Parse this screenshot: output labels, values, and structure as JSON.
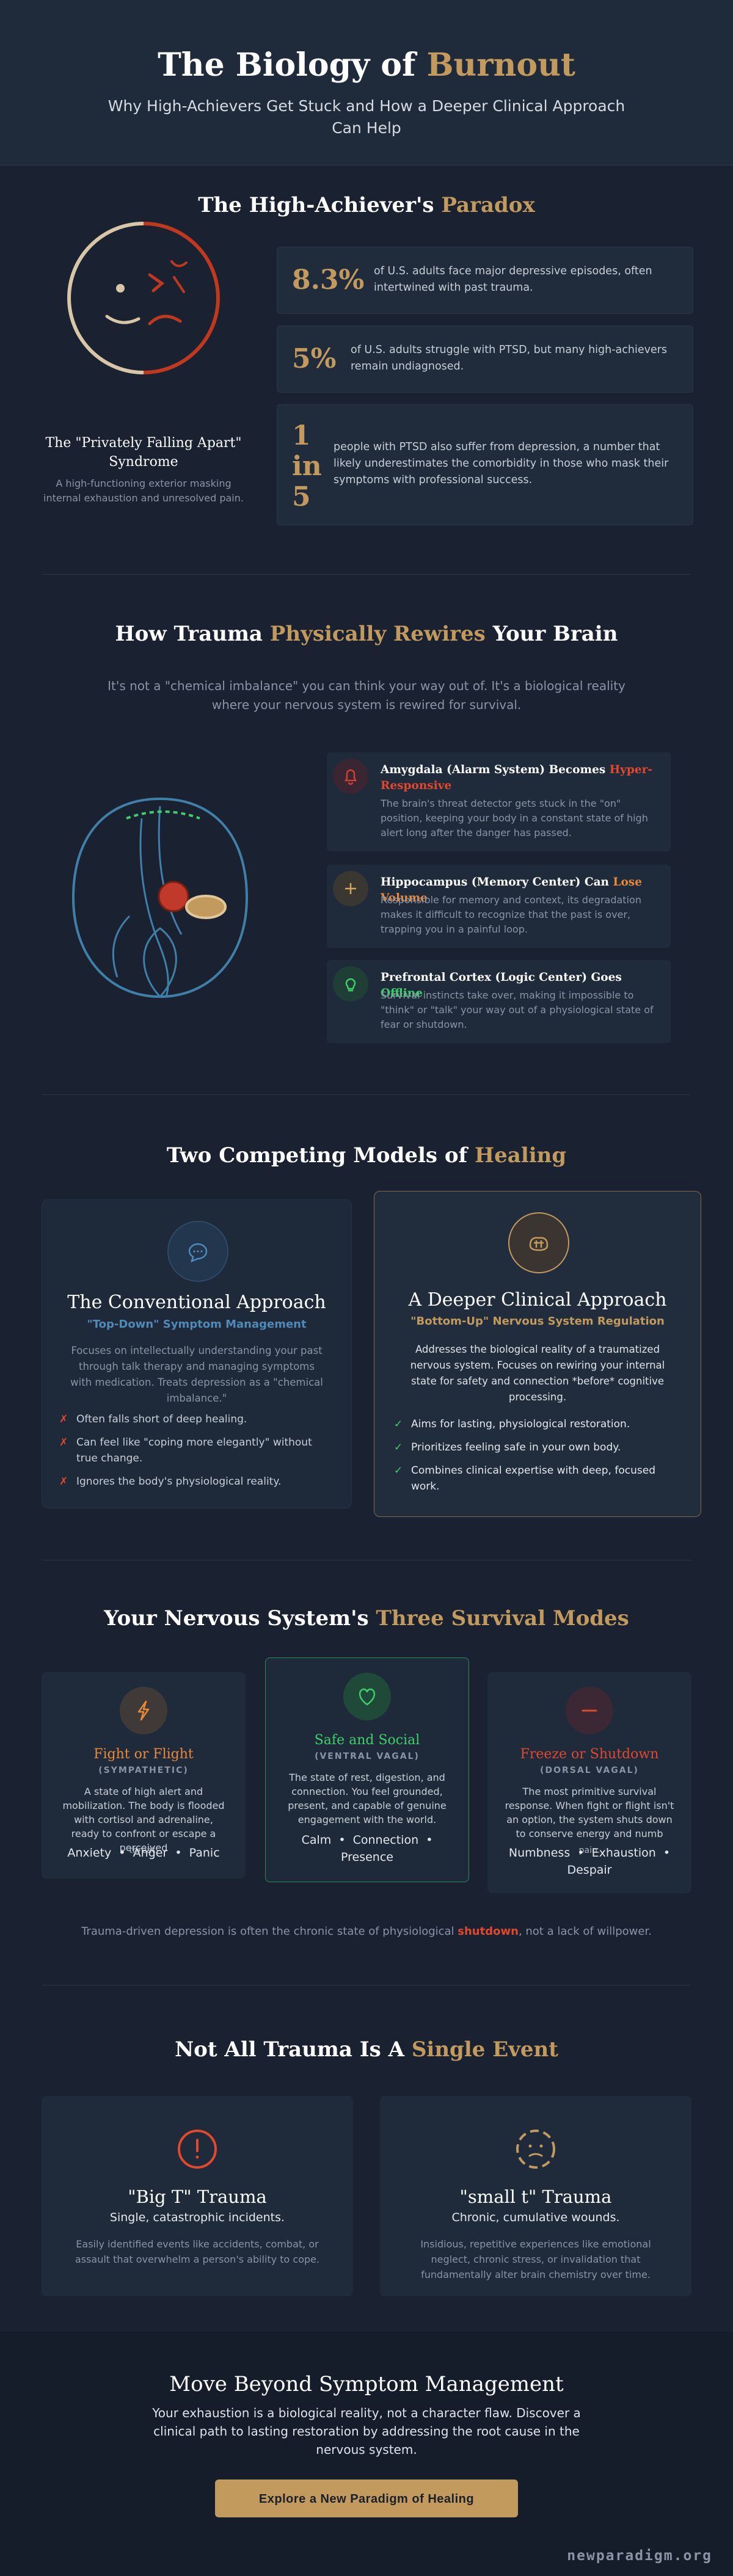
{
  "hero": {
    "title_a": "The Biology of ",
    "title_b": "Burnout",
    "subtitle": "Why High-Achievers Get Stuck and How a Deeper Clinical Approach Can Help"
  },
  "paradox": {
    "title_a": "The High-Achiever's ",
    "title_b": "Paradox",
    "figure_title": "The \"Privately Falling Apart\" Syndrome",
    "figure_caption": "A high-functioning exterior masking internal exhaustion and unresolved pain.",
    "stats": [
      {
        "value": "8.3%",
        "text": "of U.S. adults face major depressive episodes, often intertwined with past trauma."
      },
      {
        "value": "5%",
        "text": "of U.S. adults struggle with PTSD, but many high-achievers remain undiagnosed."
      },
      {
        "value_l1": "1",
        "value_l2": "in",
        "value_l3": "5",
        "text": "people with PTSD also suffer from depression, a number that likely underestimates the comorbidity in those who mask their symptoms with professional success."
      }
    ]
  },
  "brain": {
    "title_a": "How Trauma ",
    "title_b": "Physically Rewires",
    "title_c": " Your Brain",
    "subtitle": "It's not a \"chemical imbalance\" you can think your way out of. It's a biological reality where your nervous system is rewired for survival.",
    "cards": [
      {
        "icon": "bell-icon",
        "title_a": "Amygdala (Alarm System) Becomes ",
        "title_b": "Hyper-Responsive",
        "text": "The brain's threat detector gets stuck in the \"on\" position, keeping your body in a constant state of high alert long after the danger has passed."
      },
      {
        "icon": "plus-icon",
        "title_a": "Hippocampus (Memory Center) Can ",
        "title_b": "Lose Volume",
        "text": "Responsible for memory and context, its degradation makes it difficult to recognize that the past is over, trapping you in a painful loop."
      },
      {
        "icon": "lightbulb-icon",
        "title_a": "Prefrontal Cortex (Logic Center) Goes ",
        "title_b": "Offline",
        "text": "Survival instincts take over, making it impossible to \"think\" or \"talk\" your way out of a physiological state of fear or shutdown."
      }
    ],
    "colors": {
      "amygdala": "#c0392b",
      "hippocampus": "#c39a5d",
      "outline": "#3f7fa8",
      "cortex": "#3fcf6a"
    }
  },
  "models": {
    "title_a": "Two Competing Models of ",
    "title_b": "Healing",
    "conventional": {
      "icon": "chat-bubble-icon",
      "title": "The Conventional Approach",
      "tag": "\"Top-Down\" Symptom Management",
      "desc": "Focuses on intellectually understanding your past through talk therapy and managing symptoms with medication. Treats depression as a \"chemical imbalance.\"",
      "mark": "✗",
      "items": [
        "Often falls short of deep healing.",
        "Can feel like \"coping more elegantly\" without true change.",
        "Ignores the body's physiological reality."
      ]
    },
    "deeper": {
      "icon": "brain-icon",
      "title": "A Deeper Clinical Approach",
      "tag": "\"Bottom-Up\" Nervous System Regulation",
      "desc": "Addresses the biological reality of a traumatized nervous system. Focuses on rewiring your internal state for safety and connection *before* cognitive processing.",
      "mark": "✓",
      "items": [
        "Aims for lasting, physiological restoration.",
        "Prioritizes feeling safe in your own body.",
        "Combines clinical expertise with deep, focused work."
      ]
    }
  },
  "modes": {
    "title_a": "Your Nervous System's ",
    "title_b": "Three Survival Modes",
    "cards": [
      {
        "icon": "lightning-icon",
        "title": "Fight or Flight",
        "sub": "(SYMPATHETIC)",
        "text": "A state of high alert and mobilization. The body is flooded with cortisol and adrenaline, ready to confront or escape a perceived",
        "overlap": "threat.",
        "symptoms": "Anxiety  •  Anger  •  Panic"
      },
      {
        "icon": "heart-icon",
        "title": "Safe and Social",
        "sub": "(VENTRAL VAGAL)",
        "text": "The state of rest, digestion, and connection. You feel grounded, present, and capable of genuine engagement with the world.",
        "symptoms_l1": "Calm  •  Connection  •",
        "symptoms_l2": "Presence"
      },
      {
        "icon": "minus-icon",
        "title": "Freeze or Shutdown",
        "sub": "(DORSAL VAGAL)",
        "text": "The most primitive survival response. When fight or flight isn't an option, the system shuts down to conserve energy and numb",
        "overlap": "pain.",
        "symptoms_l1": "Numbness  •  Exhaustion  •",
        "symptoms_l2": "Despair"
      }
    ],
    "footnote_a": "Trauma-driven depression is often the chronic state of physiological ",
    "footnote_b": "shutdown",
    "footnote_c": ", not a lack of willpower."
  },
  "trauma": {
    "title_a": "Not All Trauma Is A ",
    "title_b": "Single Event",
    "cards": [
      {
        "icon": "alert-icon",
        "title": "\"Big T\" Trauma",
        "sub": "Single, catastrophic incidents.",
        "text": "Easily identified events like accidents, combat, or assault that overwhelm a person's ability to cope."
      },
      {
        "icon": "dashed-circle-icon",
        "title": "\"small t\" Trauma",
        "sub": "Chronic, cumulative wounds.",
        "text": "Insidious, repetitive experiences like emotional neglect, chronic stress, or invalidation that fundamentally alter brain chemistry over time."
      }
    ]
  },
  "footer": {
    "title": "Move Beyond Symptom Management",
    "text": "Your exhaustion is a biological reality, not a character flaw. Discover a clinical path to lasting restoration by addressing the root cause in the nervous system.",
    "cta": "Explore a New Paradigm of Healing",
    "site": "newparadigm.org"
  }
}
